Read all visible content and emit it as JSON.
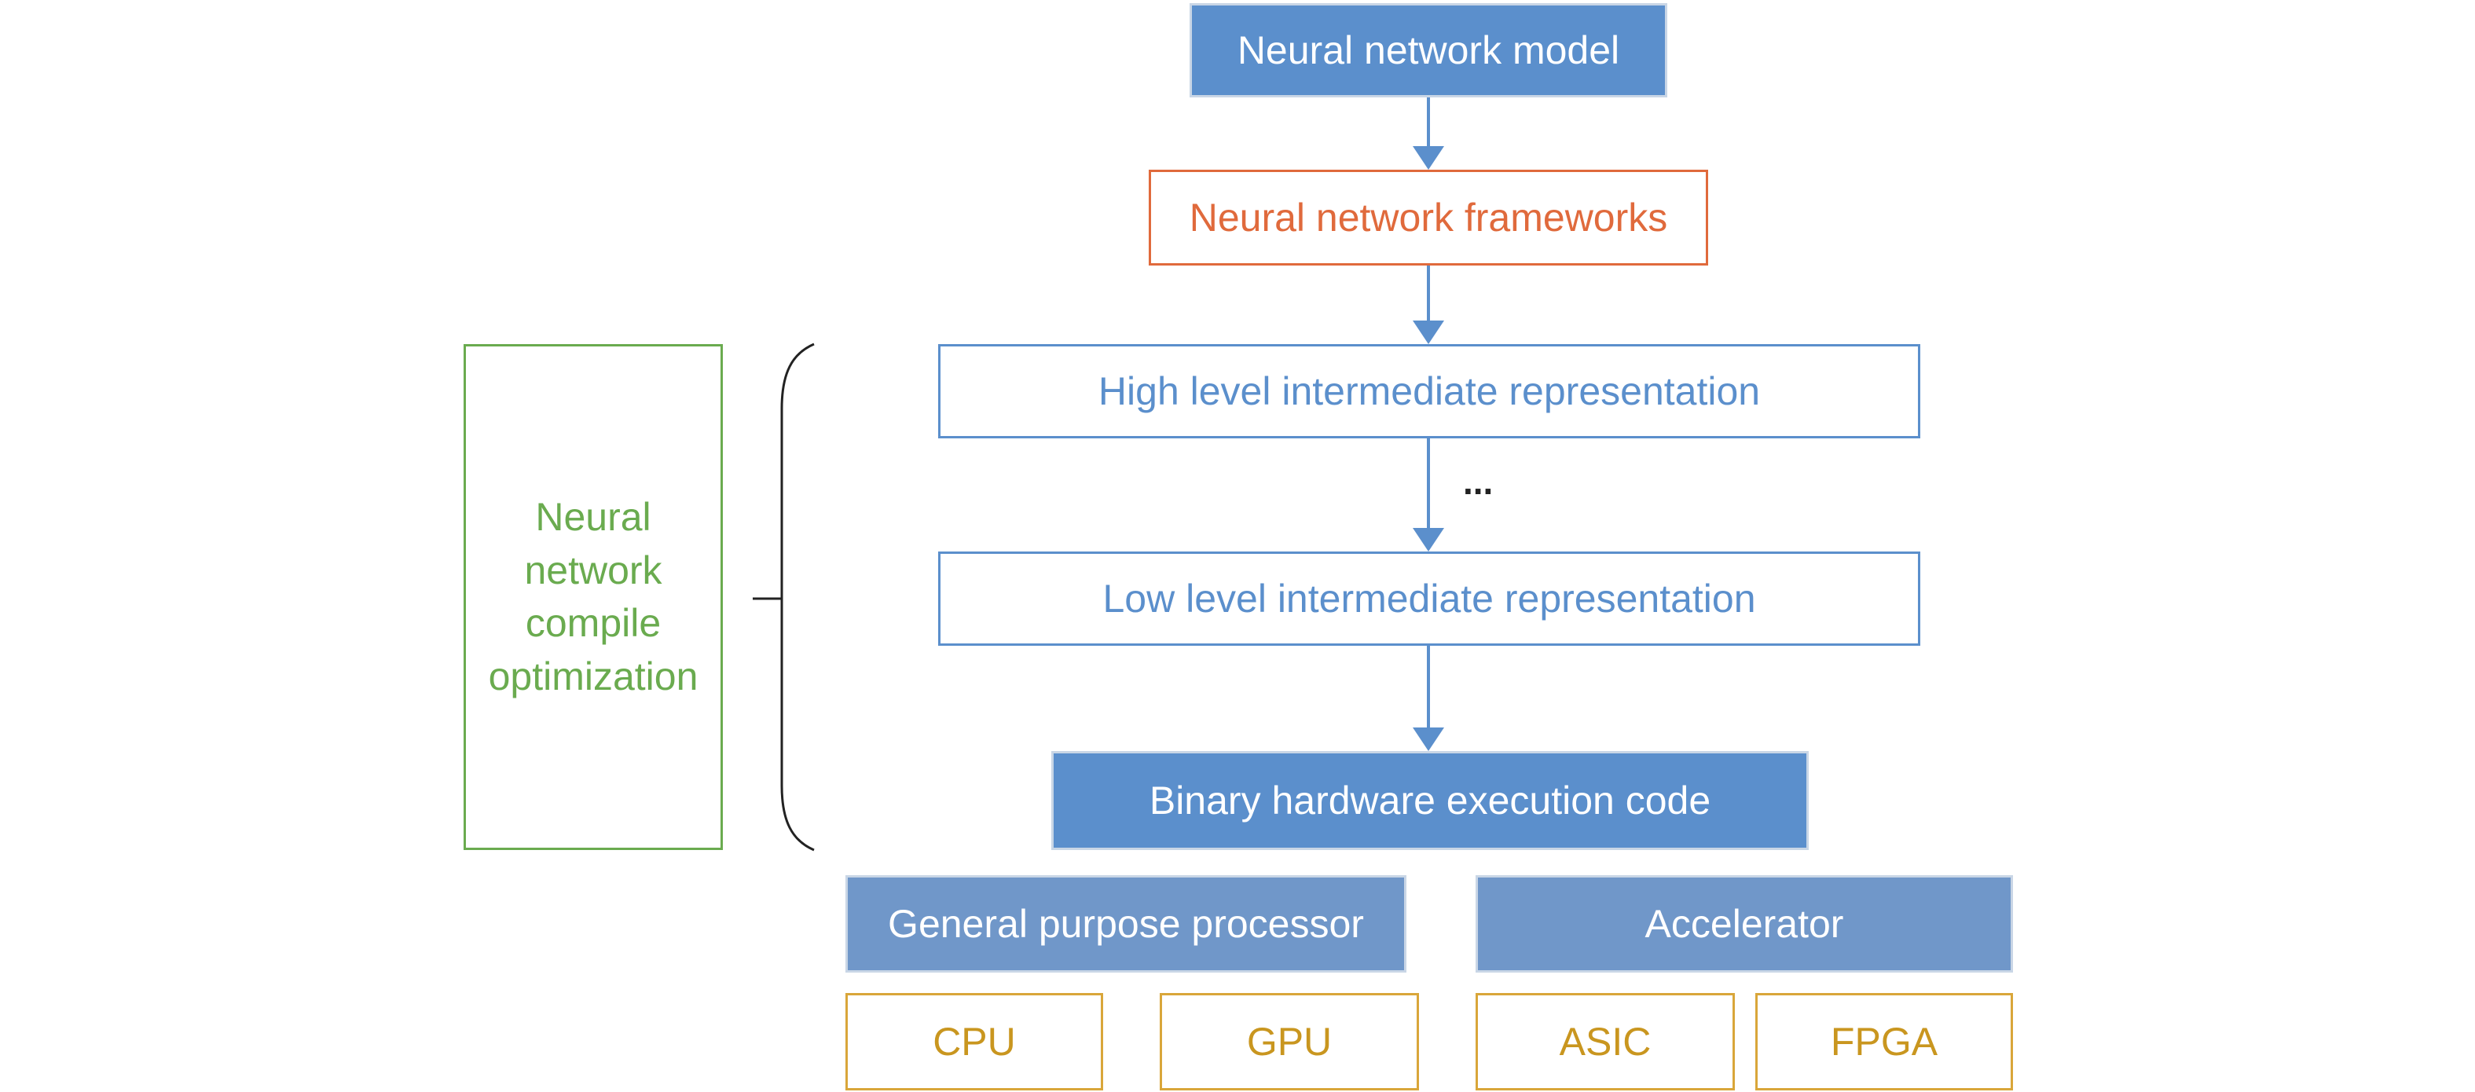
{
  "model_box": "Neural network model",
  "frameworks_box": "Neural network frameworks",
  "high_ir_box": "High level intermediate representation",
  "ellipsis": "...",
  "low_ir_box": "Low level intermediate representation",
  "binary_box": "Binary hardware execution code",
  "compile_box": "Neural network compile optimization",
  "general_processor_box": "General purpose processor",
  "accelerator_box": "Accelerator",
  "cpu_box": "CPU",
  "gpu_box": "GPU",
  "asic_box": "ASIC",
  "fpga_box": "FPGA",
  "colors": {
    "blue_fill": "#5b8fcc",
    "steel_fill": "#7097c9",
    "orange": "#e06a3c",
    "green": "#6aab4f",
    "gold": "#d9a63a",
    "arrow": "#5b8fcc"
  }
}
